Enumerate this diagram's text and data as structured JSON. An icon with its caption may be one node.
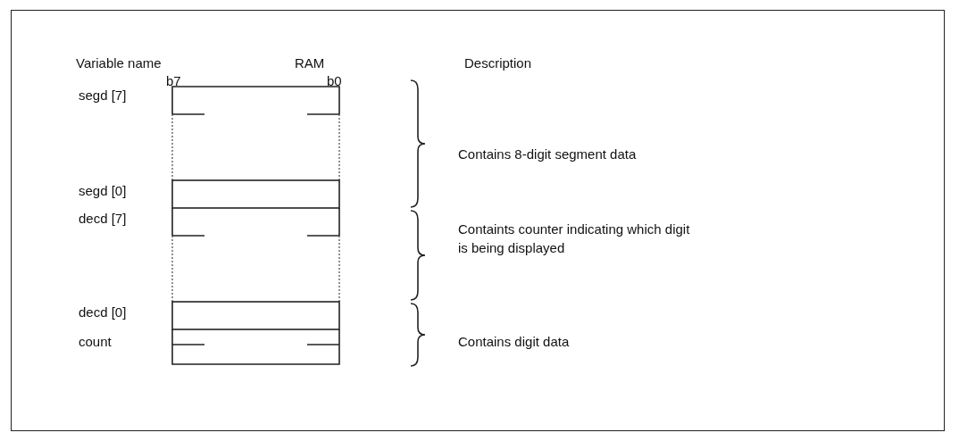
{
  "diagram": {
    "labels": [
      "Variable name",
      "RAM",
      "Description",
      "b7",
      "b0",
      "segd [7]",
      "segd [0]",
      "decd [7]",
      "decd [0]",
      "count",
      "Contains 8-digit segment data",
      "Containts counter indicating which digit is being displayed",
      "Contains digit data"
    ]
  }
}
